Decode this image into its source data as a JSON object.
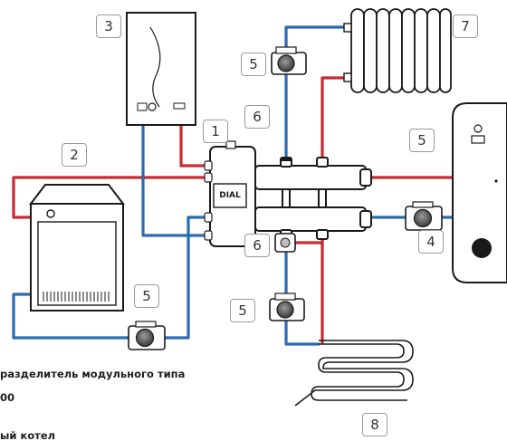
{
  "brand_label": "DIAL",
  "tags": [
    "1",
    "2",
    "3",
    "4",
    "5",
    "5",
    "5",
    "5",
    "6",
    "6",
    "7",
    "8"
  ],
  "caption": {
    "line1": "разделитель модульного типа",
    "line2": "00",
    "line3": "ый котел"
  },
  "colors": {
    "supply": "#c92a33",
    "return": "#2a6bb0",
    "outline": "#1a1a1a",
    "tag_border": "#9a9a9a"
  }
}
